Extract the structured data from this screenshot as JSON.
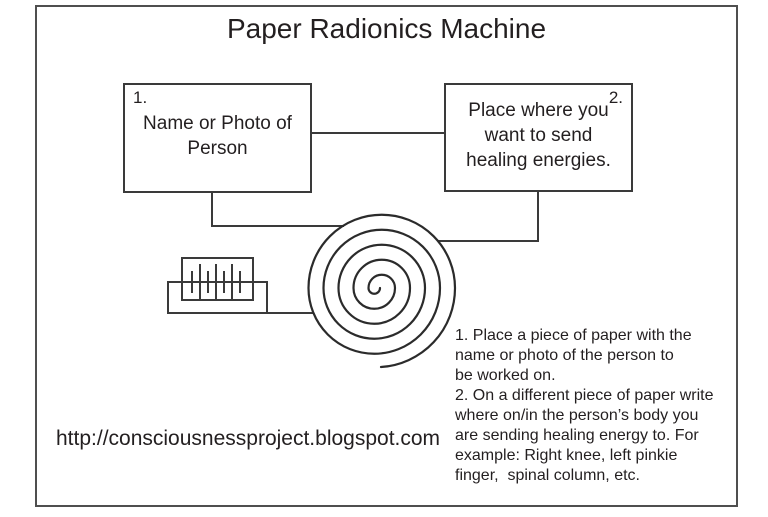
{
  "diagram": {
    "title": "Paper Radionics Machine",
    "website_url": "http://consciousnessproject.blogspot.com",
    "source_box": {
      "number": "1.",
      "label": "Name or Photo of\nPerson"
    },
    "target_box": {
      "number": "2.",
      "label": "Place where you\nwant to send\nhealing energies."
    },
    "instructions": "1. Place a piece of paper with the\nname or photo of the person to\nbe worked on.\n2. On a different piece of paper write\nwhere on/in the person’s body you\nare sending healing energy to. For\nexample: Right knee, left pinkie\nfinger,  spinal column, etc.",
    "icons": {
      "spiral": "spiral-coil-icon",
      "battery": "battery-cells-icon"
    },
    "colors": {
      "line": "#3a3a3a",
      "spiral": "#2b2b2b",
      "text": "#231f20",
      "frame": "#4f4f4f",
      "background": "#ffffff"
    }
  }
}
